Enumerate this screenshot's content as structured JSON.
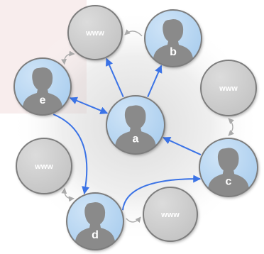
{
  "colors": {
    "web_fill": "#c4c4c4",
    "web_fill_light": "#dcdcdc",
    "web_label": "#ffffff",
    "person_bg": "#a9cdee",
    "person_bg_light": "#cfe4f7",
    "person_silhouette": "#8a8a8a",
    "person_label": "#ffffff",
    "ring": "#7d7d7d",
    "blue_arrow": "#3b73e6",
    "gray_arrow": "#aaaaaa",
    "backdrop_tint": "#f8eded",
    "glow": "#d0d0d0"
  },
  "nodes": [
    {
      "id": "web_top",
      "kind": "web",
      "label": "www"
    },
    {
      "id": "b",
      "kind": "person",
      "label": "b"
    },
    {
      "id": "web_right",
      "kind": "web",
      "label": "www"
    },
    {
      "id": "e",
      "kind": "person",
      "label": "e"
    },
    {
      "id": "a",
      "kind": "person",
      "label": "a"
    },
    {
      "id": "web_left",
      "kind": "web",
      "label": "www"
    },
    {
      "id": "c",
      "kind": "person",
      "label": "c"
    },
    {
      "id": "d",
      "kind": "person",
      "label": "d"
    },
    {
      "id": "web_bottom",
      "kind": "web",
      "label": "www"
    }
  ],
  "blue_edges": [
    {
      "from": "a",
      "to": "web_top",
      "style": "straight",
      "heads": "end"
    },
    {
      "from": "a",
      "to": "b",
      "style": "straight",
      "heads": "end"
    },
    {
      "from": "a",
      "to": "e",
      "style": "straight",
      "heads": "both"
    },
    {
      "from": "c",
      "to": "a",
      "style": "straight",
      "heads": "end"
    },
    {
      "from": "e",
      "to": "d",
      "style": "curve",
      "heads": "end"
    },
    {
      "from": "d",
      "to": "c",
      "style": "curve",
      "heads": "end"
    }
  ],
  "gray_edges": [
    {
      "from": "web_top",
      "to": "e",
      "heads": "both"
    },
    {
      "from": "b",
      "to": "web_top",
      "heads": "end"
    },
    {
      "from": "web_right",
      "to": "c",
      "heads": "both"
    },
    {
      "from": "web_left",
      "to": "d",
      "heads": "both"
    },
    {
      "from": "d",
      "to": "web_bottom",
      "heads": "end"
    }
  ]
}
